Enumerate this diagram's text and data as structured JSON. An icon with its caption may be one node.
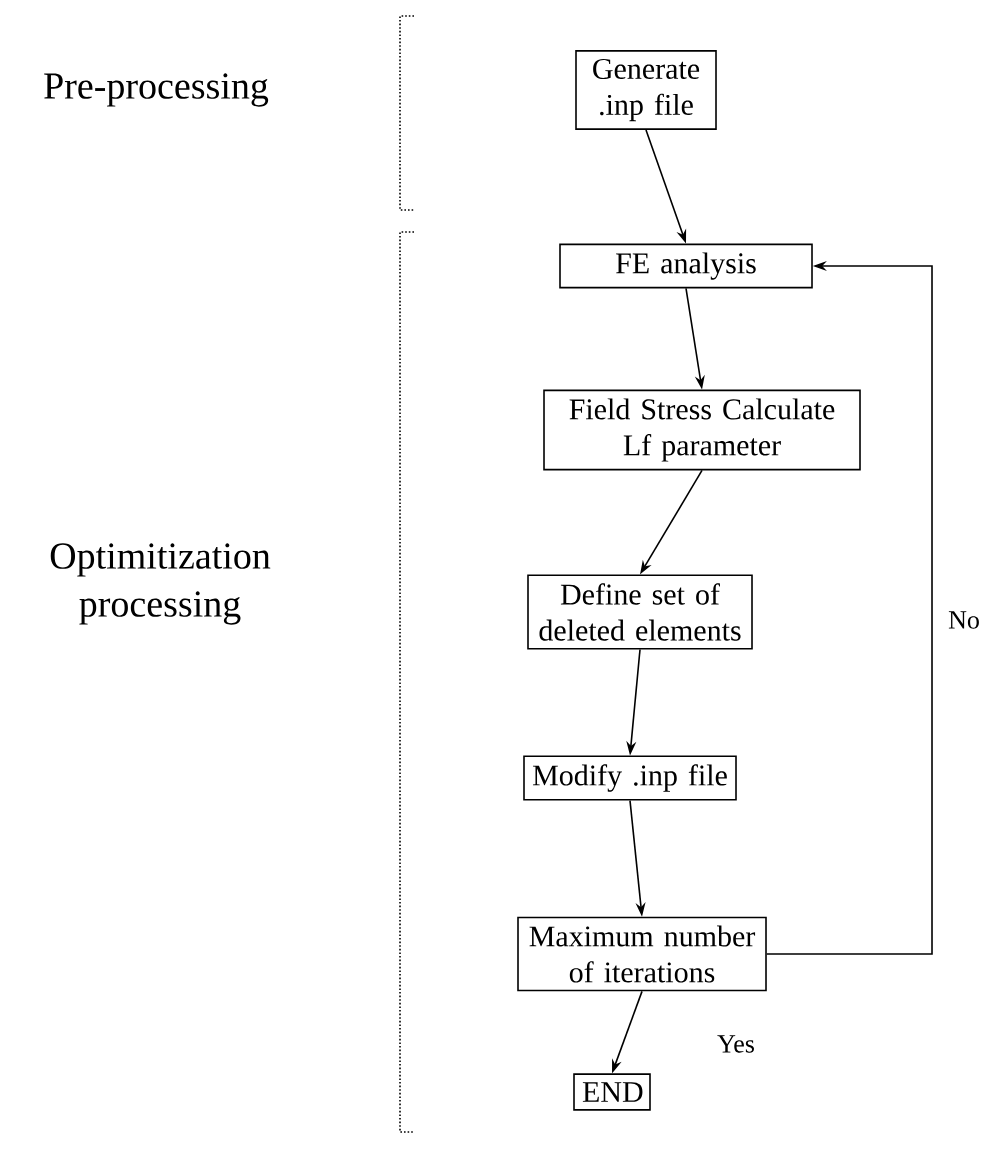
{
  "diagram": {
    "nodes": [
      {
        "text": [
          "Generate .inp file"
        ]
      },
      {
        "text": [
          "FE analysis"
        ]
      },
      {
        "text": [
          "Field Stress Calculate Lf parameter"
        ]
      },
      {
        "text": [
          "Define set of deleted elements"
        ]
      },
      {
        "text": [
          "Modify .inp file"
        ]
      },
      {
        "text": [
          "Maximum number of iterations"
        ]
      },
      {
        "text": [
          "END"
        ]
      }
    ],
    "edges": [
      {
        "from": 0,
        "to": 1,
        "arrow": "to"
      },
      {
        "from": 1,
        "to": 2,
        "arrow": "to"
      },
      {
        "from": 2,
        "to": 3,
        "arrow": "to"
      },
      {
        "from": 3,
        "to": 4,
        "arrow": "to"
      },
      {
        "from": 4,
        "to": 5,
        "arrow": "to"
      },
      {
        "from": 5,
        "to": 6,
        "arrow": "to",
        "label": "Yes"
      },
      {
        "from": 5,
        "to": 1,
        "arrow": "to",
        "label": "No"
      }
    ],
    "labels": [
      "Pre-processing",
      "Optimitization processing"
    ]
  }
}
